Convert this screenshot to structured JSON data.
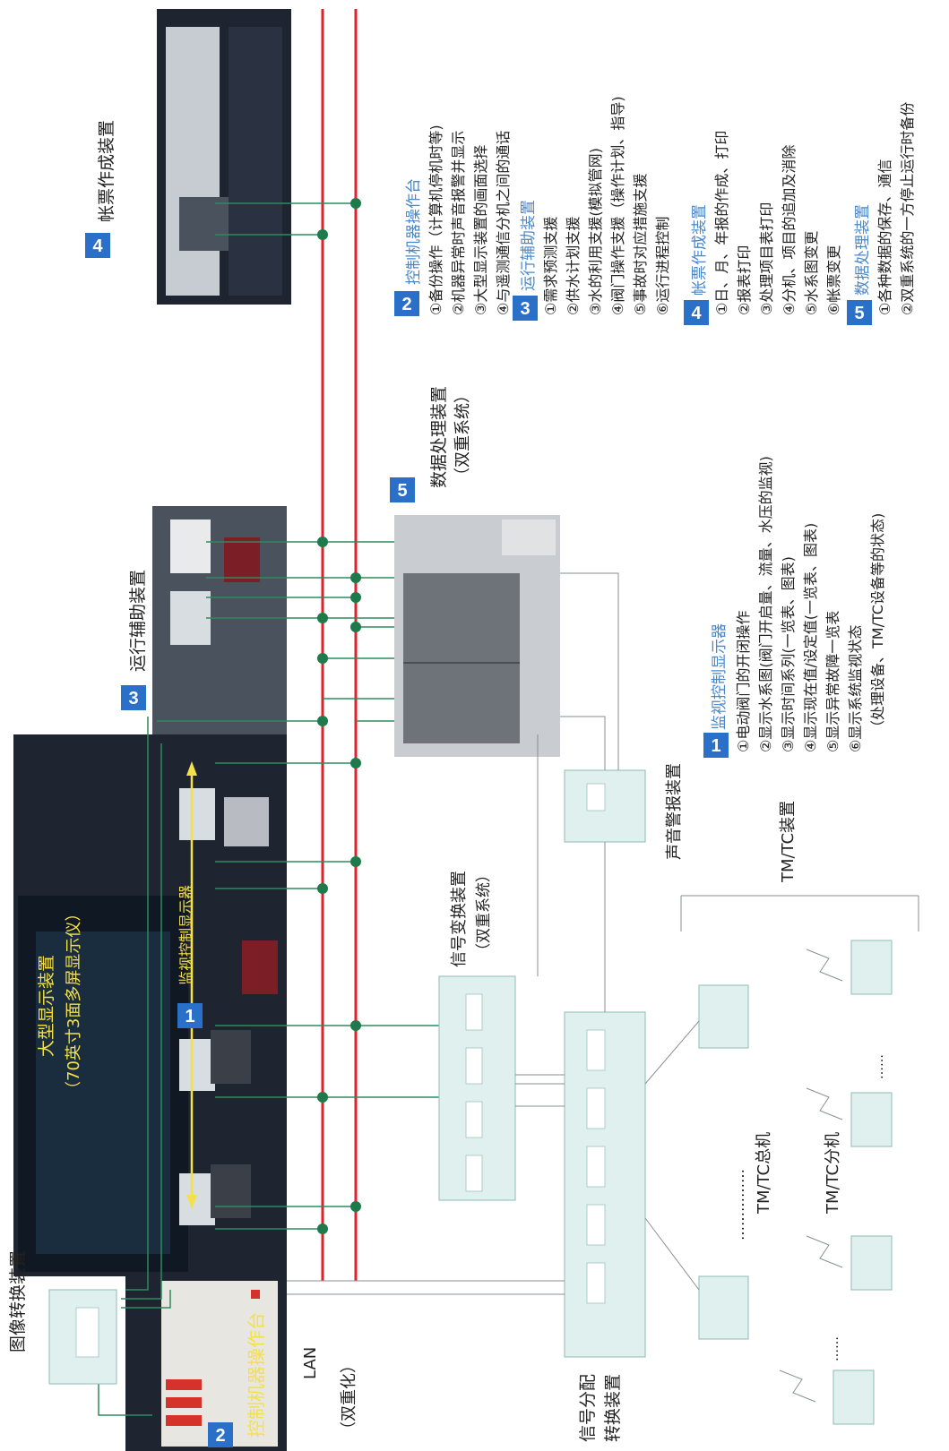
{
  "labels": {
    "tuxiang": "图像转换装置",
    "kongzhi_photo": "控制机器操作台",
    "lan": "LAN",
    "shuangzhong": "（双重化）",
    "xinhao_fenpei_1": "信号分配",
    "xinhao_fenpei_2": "转换装置",
    "xinhao_bianhuan_1": "信号变换装置",
    "xinhao_bianhuan_2": "（双重系统）",
    "dadisplay_1": "大型显示装置",
    "dadisplay_2": "（70英寸3面多屏显示仪）",
    "jianshi_photo": "监视控制显示器",
    "yunxing": "运行辅助装置",
    "shujuchuli_1": "数据处理装置",
    "shujuchuli_2": "（双重系统）",
    "zhangpiao": "帐票作成装置",
    "shengyin": "声音警报装置",
    "tmtc_device": "TM/TC装置",
    "tmtc_zong": "TM/TC总机",
    "tmtc_fen": "TM/TC分机",
    "dots_row": "……………",
    "dots_short": "……"
  },
  "badges": [
    "1",
    "2",
    "3",
    "4",
    "5"
  ],
  "legend": {
    "s1": {
      "badge": "1",
      "title": "监视控制显示器",
      "items": [
        "①电动阀门的开闭操作",
        "②显示水系图(阀门开启量、流量、水压的监视)",
        "③显示时间系列(一览表、图表)",
        "④显示现在值/设定值(一览表、图表)",
        "⑤显示异常故障一览表",
        "⑥显示系统监视状态",
        "（处理设备、TM/TC设备等的状态)"
      ]
    },
    "s2": {
      "badge": "2",
      "title": "控制机器操作台",
      "items": [
        "①备份操作（计算机停机时等)",
        "②机器异常时声音报警并显示",
        "③大型显示装置的画面选择",
        "④与遥测通信分机之间的通话"
      ]
    },
    "s3": {
      "badge": "3",
      "title": "运行辅助装置",
      "items": [
        "①需求预测支援",
        "②供水计划支援",
        "③水的利用支援(模拟管网)",
        "④阀门操作支援（操作计划、指导)",
        "⑤事故时对应措施支援",
        "⑥运行进程控制"
      ]
    },
    "s4": {
      "badge": "4",
      "title": "帐票作成装置",
      "items": [
        "①日、月、年报的作成、打印",
        "②报表打印",
        "③处理项目表打印",
        "④分机、项目的追加及消除",
        "⑤水系图变更",
        "⑥帐票变更"
      ]
    },
    "s5": {
      "badge": "5",
      "title": "数据处理装置",
      "items": [
        "①各种数据的保存、通信",
        "②双重系统的一方停止运行时备份"
      ]
    }
  },
  "colors": {
    "lan_line": "#e0202a",
    "connector": "#2e8a5e",
    "badge": "#2a6fc8",
    "legend_title": "#4a87c8",
    "device_face": "#dff0ee",
    "yellow_text": "#f4e04a"
  }
}
